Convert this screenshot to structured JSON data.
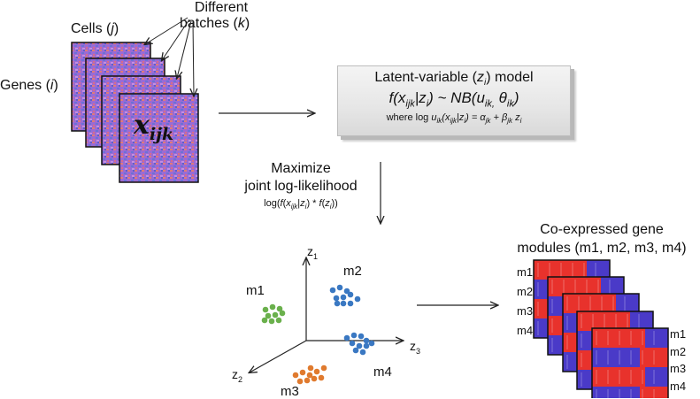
{
  "labels": {
    "cells": "Cells (j)",
    "batches_line1": "Different",
    "batches_line2": "batches (k)",
    "genes": "Genes (i)",
    "x_ijk": "x",
    "x_sub": "ijk"
  },
  "model": {
    "line1": "Latent-variable (z_i) model",
    "line2": "f(x_ijk|z_i) ~ NB(u_ik, θ_ik)",
    "line3": "where log u_ik(x_ijk|z_i) = α_jk + β_jk z_i"
  },
  "maximize": {
    "line1": "Maximize",
    "line2": "joint log-likelihood",
    "line3": "log(f(x_ijk|z_i) * f(z_i))"
  },
  "axes": {
    "z1": "z1",
    "z2": "z2",
    "z3": "z3"
  },
  "modules": {
    "title_line1": "Co-expressed gene",
    "title_line2": "modules (m1, m2, m3, m4)",
    "clusters": [
      {
        "name": "m1",
        "color": "#6ab04c"
      },
      {
        "name": "m2",
        "color": "#3a78c2"
      },
      {
        "name": "m3",
        "color": "#e07a2e"
      },
      {
        "name": "m4",
        "color": "#3a78c2"
      }
    ],
    "heatmap_labels": [
      "m1",
      "m2",
      "m3",
      "m4"
    ]
  },
  "colors": {
    "heat_red": "#e8322c",
    "heat_blue": "#4a3ac8",
    "heat_purple": "#9b7ad6",
    "arrow": "#222222"
  }
}
